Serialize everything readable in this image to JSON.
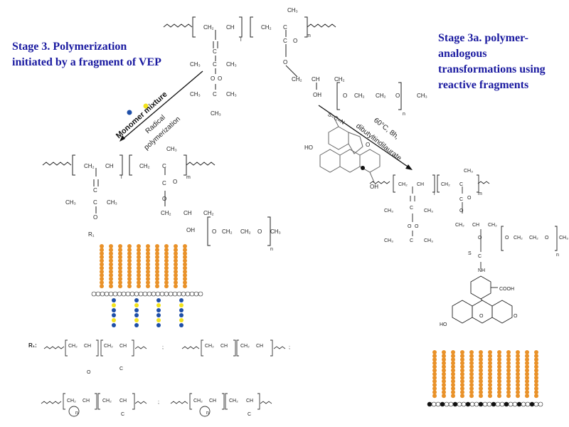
{
  "stage3": {
    "title": "Stage 3. Polymerization initiated by a fragment of VEP",
    "arrow_label_main": "Monomer mixture",
    "arrow_label_sub_1": "Radical",
    "arrow_label_sub_2": "polymerization"
  },
  "stage3a": {
    "title": "Stage 3a.  polymer-analogous transformations using reactive fragments",
    "arrow_label_1": "60°C, 8h,",
    "arrow_label_2": "dibutyltindilaurate"
  },
  "chem": {
    "ch2": "CH₂",
    "ch": "CH",
    "ch3": "CH₃",
    "c": "C",
    "o": "O",
    "oh": "OH",
    "ho": "HO",
    "nh": "NH",
    "s": "S",
    "scn": "S=C=N",
    "cooh": "COOH",
    "sub_l": "l",
    "sub_m": "m",
    "sub_n": "n",
    "r1": "R₁",
    "r1_label": "R₁:",
    "separator": ";"
  },
  "colors": {
    "heading": "#1a1aa0",
    "brush_orange": "#e9922a",
    "monomer_blue": "#1f4fa8",
    "monomer_yellow": "#f2e21c",
    "dark_dot": "#111111"
  }
}
